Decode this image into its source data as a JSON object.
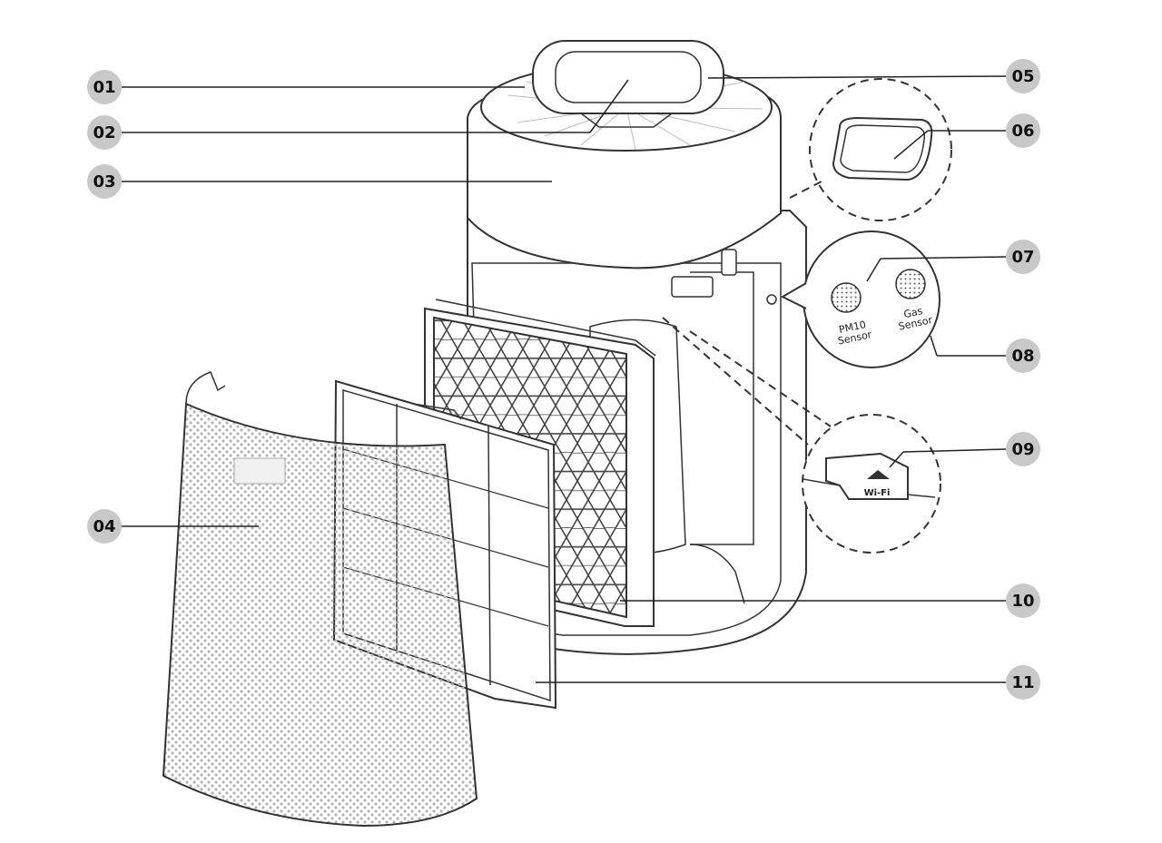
{
  "diagram": {
    "callouts": [
      {
        "id": "01"
      },
      {
        "id": "02"
      },
      {
        "id": "03"
      },
      {
        "id": "04"
      },
      {
        "id": "05"
      },
      {
        "id": "06"
      },
      {
        "id": "07"
      },
      {
        "id": "08"
      },
      {
        "id": "09"
      },
      {
        "id": "10"
      },
      {
        "id": "11"
      }
    ],
    "labels": {
      "pm10_line1": "PM10",
      "pm10_line2": "Sensor",
      "gas_line1": "Gas",
      "gas_line2": "Sensor",
      "wifi": "Wi-Fi"
    },
    "colors": {
      "badge_fill": "#c8c8c8",
      "line": "#222222",
      "outline": "#333333"
    }
  }
}
